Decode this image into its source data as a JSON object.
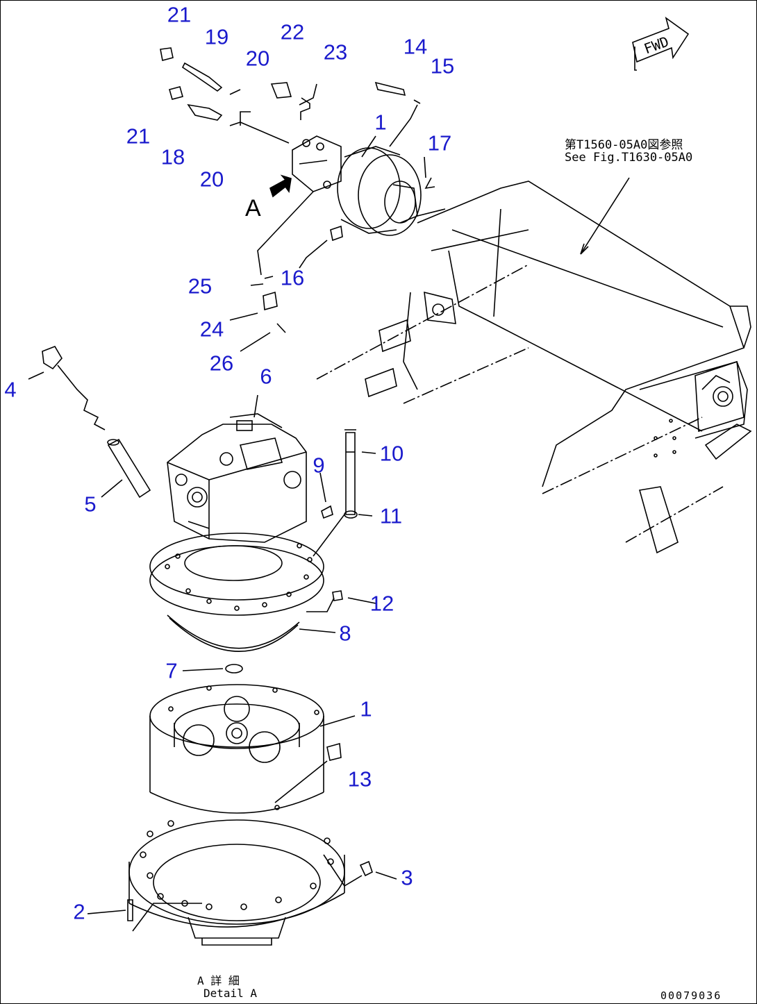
{
  "fwd_label": "FWD",
  "view_marker": "A",
  "reference_note": {
    "line1": "第T1560-05A0図参照",
    "line2": "See Fig.T1630-05A0"
  },
  "detail_caption": {
    "jp": "A 詳 細",
    "en": "Detail A"
  },
  "drawing_code": "00079036",
  "callout_color": "#1a1acc",
  "callouts": [
    "21",
    "19",
    "20",
    "22",
    "23",
    "14",
    "15",
    "1",
    "17",
    "21",
    "18",
    "20",
    "25",
    "16",
    "24",
    "26",
    "6",
    "4",
    "10",
    "5",
    "9",
    "11",
    "12",
    "8",
    "7",
    "1",
    "13",
    "3",
    "2"
  ]
}
